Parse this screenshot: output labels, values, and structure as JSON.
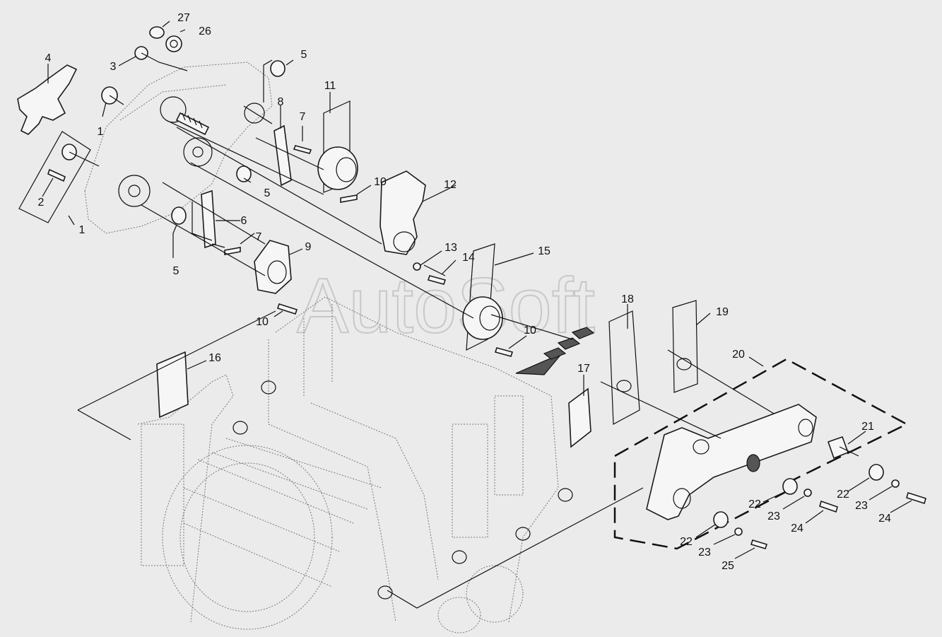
{
  "watermark": "AutoSoft",
  "callouts": [
    {
      "id": "c27",
      "text": "27"
    },
    {
      "id": "c26",
      "text": "26"
    },
    {
      "id": "c3",
      "text": "3"
    },
    {
      "id": "c4",
      "text": "4"
    },
    {
      "id": "c1a",
      "text": "1"
    },
    {
      "id": "c1b",
      "text": "1"
    },
    {
      "id": "c2",
      "text": "2"
    },
    {
      "id": "c5a",
      "text": "5"
    },
    {
      "id": "c5b",
      "text": "5"
    },
    {
      "id": "c5c",
      "text": "5"
    },
    {
      "id": "c6",
      "text": "6"
    },
    {
      "id": "c7a",
      "text": "7"
    },
    {
      "id": "c7b",
      "text": "7"
    },
    {
      "id": "c8",
      "text": "8"
    },
    {
      "id": "c9",
      "text": "9"
    },
    {
      "id": "c10a",
      "text": "10"
    },
    {
      "id": "c10b",
      "text": "10"
    },
    {
      "id": "c10c",
      "text": "10"
    },
    {
      "id": "c11",
      "text": "11"
    },
    {
      "id": "c12",
      "text": "12"
    },
    {
      "id": "c13",
      "text": "13"
    },
    {
      "id": "c14",
      "text": "14"
    },
    {
      "id": "c15",
      "text": "15"
    },
    {
      "id": "c16",
      "text": "16"
    },
    {
      "id": "c17",
      "text": "17"
    },
    {
      "id": "c18",
      "text": "18"
    },
    {
      "id": "c19",
      "text": "19"
    },
    {
      "id": "c20",
      "text": "20"
    },
    {
      "id": "c21",
      "text": "21"
    },
    {
      "id": "c22a",
      "text": "22"
    },
    {
      "id": "c22b",
      "text": "22"
    },
    {
      "id": "c22c",
      "text": "22"
    },
    {
      "id": "c23a",
      "text": "23"
    },
    {
      "id": "c23b",
      "text": "23"
    },
    {
      "id": "c23c",
      "text": "23"
    },
    {
      "id": "c24a",
      "text": "24"
    },
    {
      "id": "c24b",
      "text": "24"
    },
    {
      "id": "c25",
      "text": "25"
    }
  ]
}
